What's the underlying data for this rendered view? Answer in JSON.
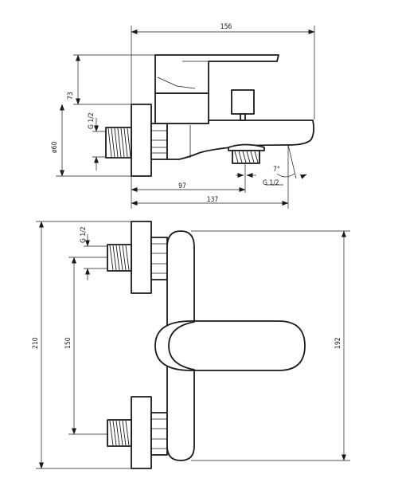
{
  "side_view": {
    "dim_width_total": "156",
    "dim_height": "73",
    "dim_thread_inlet": "G 1/2",
    "dim_diameter": "ø60",
    "dim_angle": "7°",
    "dim_thread_outlet": "G 1/2",
    "dim_outlet_distance": "97",
    "dim_spout_length": "137"
  },
  "front_view": {
    "dim_thread_inlet": "G 1/2",
    "dim_overall_height": "210",
    "dim_inlet_spacing": "150",
    "dim_body_height": "192"
  }
}
